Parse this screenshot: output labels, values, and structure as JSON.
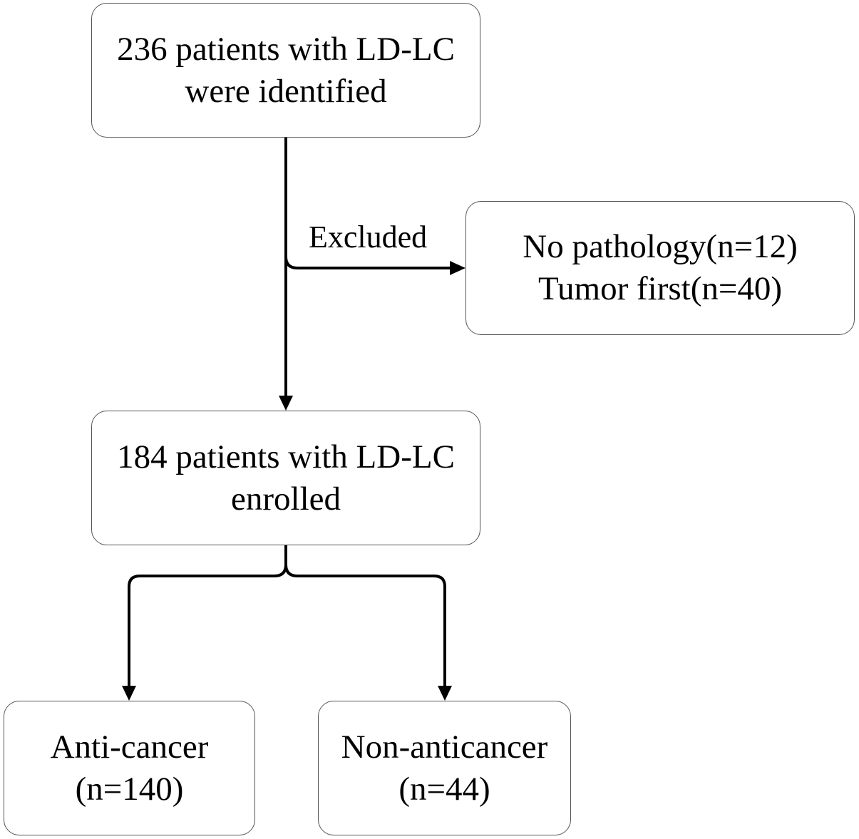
{
  "flowchart": {
    "identified": {
      "line1": "236 patients with LD-LC",
      "line2": "were identified"
    },
    "excluded_label": "Excluded",
    "excluded": {
      "line1": "No pathology(n=12)",
      "line2": "Tumor first(n=40)"
    },
    "enrolled": {
      "line1": "184 patients with LD-LC",
      "line2": "enrolled"
    },
    "anticancer": {
      "line1": "Anti-cancer",
      "line2": "(n=140)"
    },
    "nonanticancer": {
      "line1": "Non-anticancer",
      "line2": "(n=44)"
    }
  }
}
